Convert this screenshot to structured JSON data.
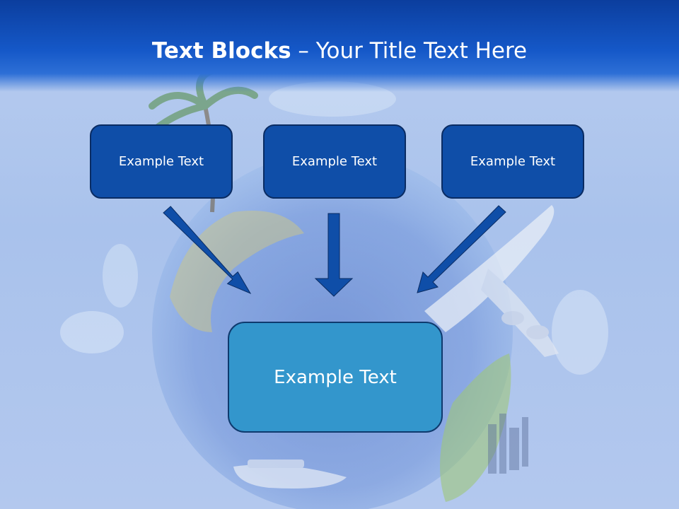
{
  "title": {
    "bold": "Text Blocks",
    "separator": " – ",
    "rest": "Your Title Text Here"
  },
  "boxes": {
    "left": "Example Text",
    "middle": "Example Text",
    "right": "Example Text",
    "bottom": "Example Text"
  },
  "colors": {
    "header_top": "#0b3e9e",
    "header_bottom": "#2d6fd6",
    "top_box_fill": "#0f4ea8",
    "top_box_border": "#0a2c63",
    "bottom_box_fill": "#3396cc",
    "arrow": "#0f4ea8"
  }
}
